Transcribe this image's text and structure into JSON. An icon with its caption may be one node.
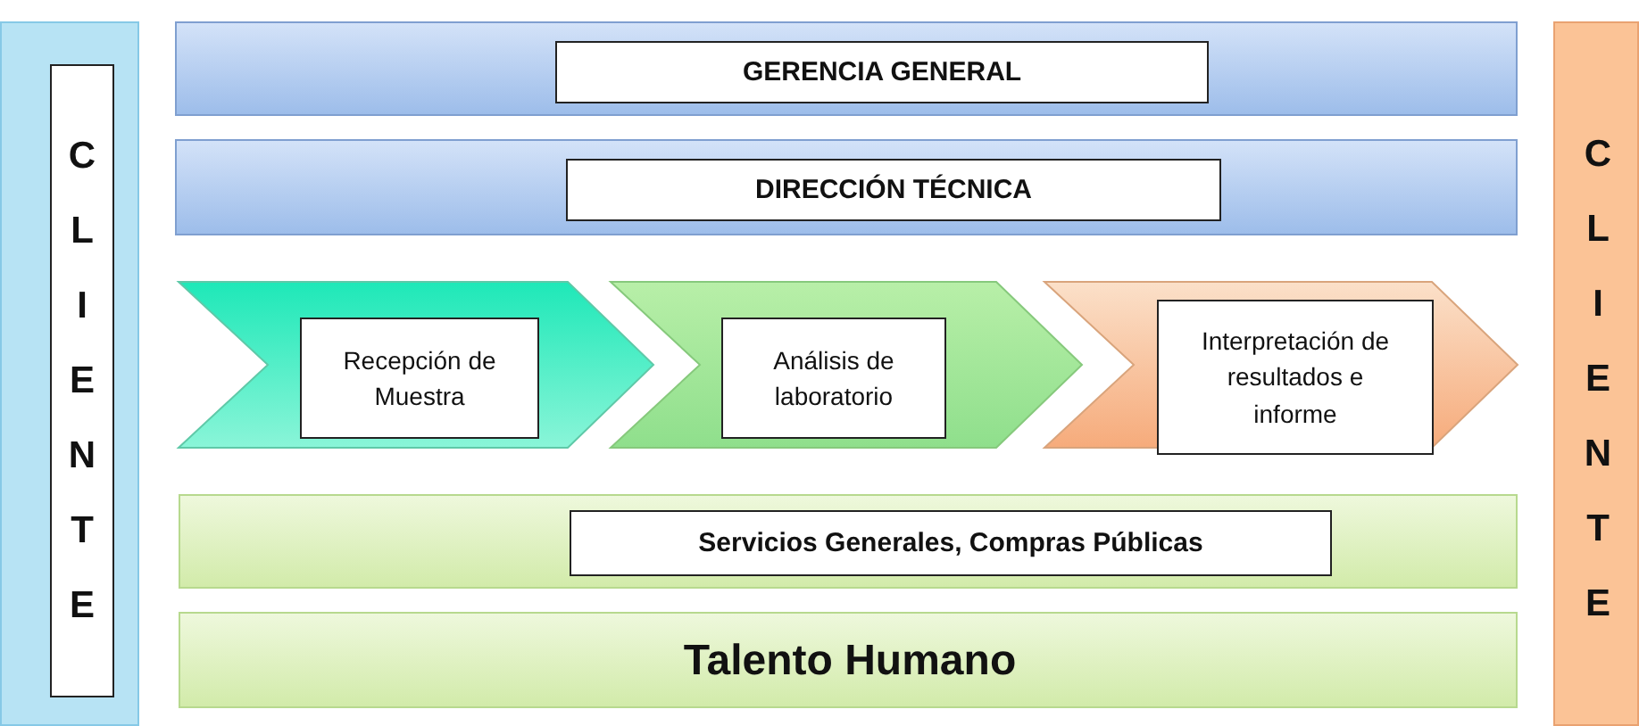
{
  "diagram": {
    "nodes": [
      {
        "text": [
          "CLIENTE"
        ]
      },
      {
        "text": [
          "GERENCIA GENERAL"
        ]
      },
      {
        "text": [
          "DIRECCIÓN TÉCNICA"
        ]
      },
      {
        "text": [
          "Recepción de Muestra"
        ]
      },
      {
        "text": [
          "Análisis de laboratorio"
        ]
      },
      {
        "text": [
          "Interpretación de resultados e informe"
        ]
      },
      {
        "text": [
          "Servicios Generales, Compras Públicas"
        ]
      },
      {
        "text": [
          "Talento Humano"
        ]
      },
      {
        "text": [
          "CLIENTE"
        ]
      }
    ]
  }
}
